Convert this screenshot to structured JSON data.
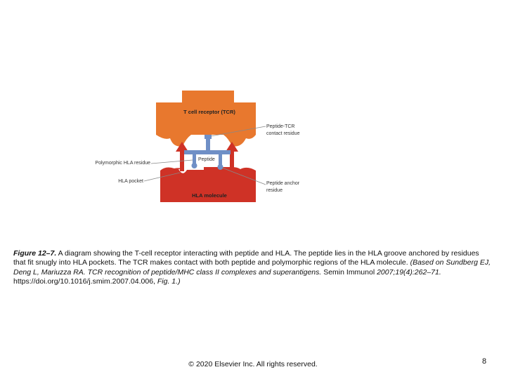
{
  "diagram": {
    "labels": {
      "tcr": "T cell receptor (TCR)",
      "peptide_tcr_contact_1": "Peptide-TCR",
      "peptide_tcr_contact_2": "contact residue",
      "polymorphic_hla": "Polymorphic HLA residue",
      "peptide": "Peptide",
      "hla_pocket": "HLA pocket",
      "peptide_anchor_1": "Peptide anchor",
      "peptide_anchor_2": "residue",
      "hla_molecule": "HLA molecule"
    },
    "colors": {
      "tcr": "#e8782e",
      "hla": "#cf3226",
      "peptide": "#6f8fc6",
      "arrow": "#cf3226",
      "pointer": "#888888"
    }
  },
  "caption": {
    "figure_label": "Figure 12–7.",
    "text": "A diagram showing the T-cell receptor interacting with peptide and HLA. The peptide lies in the HLA groove anchored by residues that fit snugly into HLA pockets. The TCR makes contact with both peptide and polymorphic regions of the HLA molecule.",
    "citation_italic": "(Based on Sundberg EJ, Deng L, Mariuzza RA. TCR recognition of peptide/MHC class II complexes and superantigens.",
    "citation_plain": "Semin Immunol",
    "citation_italic2": "2007;19(4):262–71.",
    "citation_doi": "https://doi.org/10.1016/j.smim.2007.04.006,",
    "citation_end": "Fig. 1.)"
  },
  "footer": {
    "copyright": "© 2020 Elsevier Inc. All rights reserved."
  },
  "page_number": "8"
}
